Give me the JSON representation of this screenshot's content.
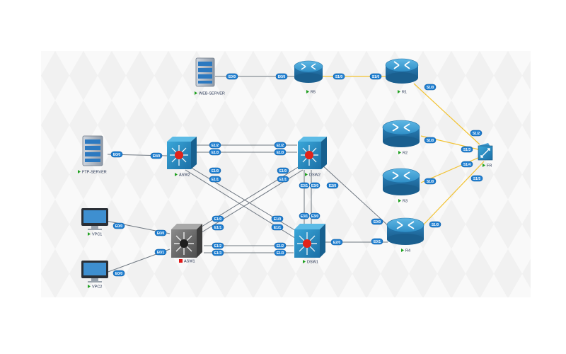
{
  "devices": {
    "web_server": "WEB-SERVER",
    "ftp_server": "FTP-SERVER",
    "r5": "R5",
    "r1": "R1",
    "r2": "R2",
    "r3": "R3",
    "r4": "R4",
    "fr": "FR",
    "asw2": "ASW2",
    "asw1": "ASW1",
    "dsw2": "DSW2",
    "dsw1": "DSW1",
    "vpc1": "VPC1",
    "vpc2": "VPC2"
  },
  "ports": {
    "web_e00": "E0/0",
    "r5_e00": "E0/0",
    "r5_s10": "S1/0",
    "r1_s10a": "S1/0",
    "r1_s10b": "S1/0",
    "fr_s12": "S1/2",
    "fr_s13": "S1/3",
    "fr_s14": "S1/4",
    "fr_s15": "S1/5",
    "r2_s10": "S1/0",
    "r3_s10": "S1/0",
    "r4_s10": "S1/0",
    "ftp_e00": "E0/0",
    "asw2_e00": "E0/0",
    "asw2_e12": "E1/2",
    "asw2_e13": "E1/3",
    "asw2_e10": "E1/0",
    "asw2_e11": "E1/1",
    "dsw2_e12": "E1/2",
    "dsw2_e13": "E1/3",
    "dsw2_e10": "E1/0",
    "dsw2_e11": "E1/1",
    "dsw2_e20": "E2/0",
    "dsw2_e31": "E3/1",
    "dsw2_e30": "E3/0",
    "dsw1_e31": "E3/1",
    "dsw1_e30": "E3/0",
    "dsw1_e20": "E2/0",
    "dsw1_e10": "E1/0",
    "dsw1_e11": "E1/1",
    "dsw1_e12": "E1/2",
    "dsw1_e13": "E1/3",
    "r4_e00": "E0/0",
    "r4_e01": "E0/1",
    "asw1_e00": "E0/0",
    "asw1_e01": "E0/1",
    "asw1_e10": "E1/0",
    "asw1_e11": "E1/1",
    "asw1_e12": "E1/2",
    "asw1_e13": "E1/3",
    "vpc1_e00": "E0/0",
    "vpc2_e00": "E0/0"
  }
}
